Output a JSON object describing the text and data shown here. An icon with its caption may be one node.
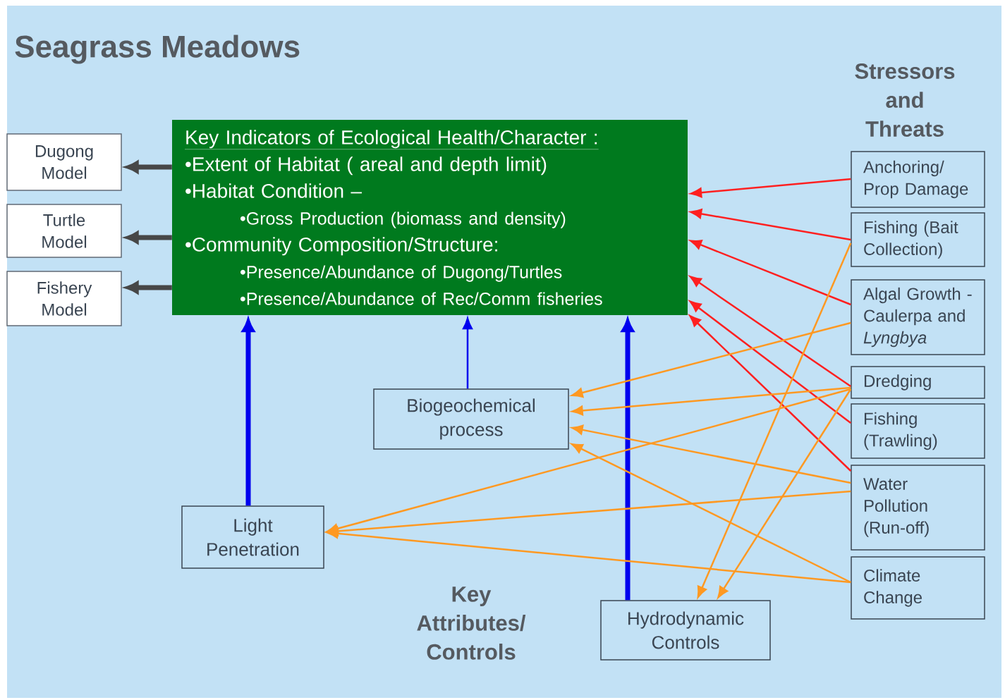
{
  "diagram": {
    "title": "Seagrass Meadows",
    "nodes": [
      {
        "text": [
          "Key Indicators of  Ecological Health/Character  :",
          "•Extent of Habitat ( areal and depth limit)",
          "•Habitat Condition  –",
          "•Gross Production (biomass and density)",
          "•Community Composition/Structure:",
          "•Presence/Abundance of Dugong/Turtles",
          "•Presence/Abundance of  Rec/Comm  fisheries"
        ]
      },
      {
        "text": [
          "Dugong Model"
        ]
      },
      {
        "text": [
          "Turtle Model"
        ]
      },
      {
        "text": [
          "Fishery Model"
        ]
      },
      {
        "text": [
          "Biogeochemical process"
        ]
      },
      {
        "text": [
          "Light Penetration"
        ]
      },
      {
        "text": [
          "Hydrodynamic Controls"
        ]
      },
      {
        "text": [
          "Anchoring/ Prop Damage"
        ]
      },
      {
        "text": [
          "Fishing (Bait Collection)"
        ]
      },
      {
        "text": [
          "Algal Growth  - Caulerpa and *Lyngbya*"
        ]
      },
      {
        "text": [
          "Dredging"
        ]
      },
      {
        "text": [
          "Fishing (Trawling)"
        ]
      },
      {
        "text": [
          "Water Pollution (Run-off)"
        ]
      },
      {
        "text": [
          "Climate Change"
        ]
      }
    ],
    "edges": [
      {
        "from": 0,
        "to": 1,
        "arrow": "to",
        "style": "thick",
        "color": "#474747"
      },
      {
        "from": 0,
        "to": 2,
        "arrow": "to",
        "style": "thick",
        "color": "#474747"
      },
      {
        "from": 0,
        "to": 3,
        "arrow": "to",
        "style": "thick",
        "color": "#474747"
      },
      {
        "from": 5,
        "to": 0,
        "arrow": "to",
        "style": "thick",
        "color": "#0000ee"
      },
      {
        "from": 4,
        "to": 0,
        "arrow": "to",
        "color": "#0000ee"
      },
      {
        "from": 6,
        "to": 0,
        "arrow": "to",
        "style": "thick",
        "color": "#0000ee"
      },
      {
        "from": 7,
        "to": 0,
        "arrow": "to",
        "color": "#ff2020"
      },
      {
        "from": 8,
        "to": 0,
        "arrow": "to",
        "color": "#ff2020"
      },
      {
        "from": 9,
        "to": 0,
        "arrow": "to",
        "color": "#ff2020"
      },
      {
        "from": 10,
        "to": 0,
        "arrow": "to",
        "color": "#ff2020"
      },
      {
        "from": 11,
        "to": 0,
        "arrow": "to",
        "color": "#ff2020"
      },
      {
        "from": 12,
        "to": 0,
        "arrow": "to",
        "color": "#ff2020"
      },
      {
        "from": 9,
        "to": 4,
        "arrow": "to"
      },
      {
        "from": 10,
        "to": 4,
        "arrow": "to"
      },
      {
        "from": 10,
        "to": 5,
        "arrow": "to"
      },
      {
        "from": 10,
        "to": 6,
        "arrow": "to"
      },
      {
        "from": 8,
        "to": 6,
        "arrow": "to"
      },
      {
        "from": 12,
        "to": 4,
        "arrow": "to"
      },
      {
        "from": 12,
        "to": 5,
        "arrow": "to"
      },
      {
        "from": 13,
        "to": 4,
        "arrow": "to"
      },
      {
        "from": 13,
        "to": 5,
        "arrow": "to"
      }
    ],
    "labels": [
      "Stressors and Threats",
      "Key Attributes/ Controls"
    ]
  }
}
